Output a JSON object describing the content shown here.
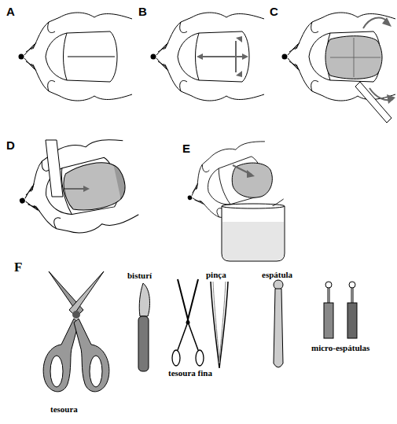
{
  "diagram": {
    "labels": [
      "A",
      "B",
      "C",
      "D",
      "E",
      "F",
      "bisturí",
      "pinça",
      "espátula",
      "tesoura fina",
      "micro-espátulas",
      "tesoura"
    ]
  }
}
